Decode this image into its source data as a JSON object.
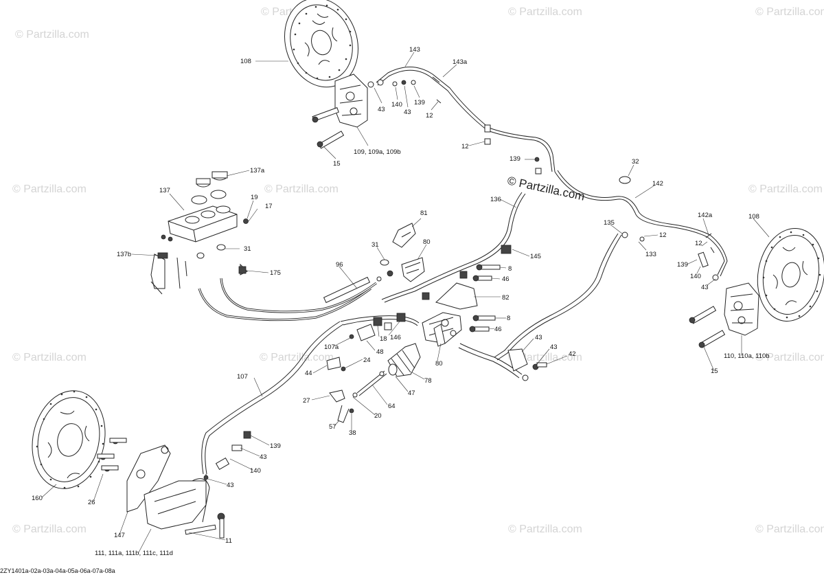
{
  "diagram": {
    "watermark_text": "© Partzilla.com",
    "center_watermark": "© Partzilla.com",
    "drawing_code": "2ZY1401a-02a-03a-04a-05a-06a-07a-08a",
    "callouts": {
      "c108_top": "108",
      "c143": "143",
      "c143a": "143a",
      "c43_a": "43",
      "c140_a": "140",
      "c43_b": "43",
      "c139_a": "139",
      "c12_a": "12",
      "c12_b": "12",
      "c109": "109, 109a, 109b",
      "c15_a": "15",
      "c139_b": "139",
      "c32": "32",
      "c142": "142",
      "c137a": "137a",
      "c137": "137",
      "c19": "19",
      "c17": "17",
      "c136": "136",
      "c81": "81",
      "c135": "135",
      "c12_c": "12",
      "c142a": "142a",
      "c108_right": "108",
      "c31_a": "31",
      "c137b": "137b",
      "c31_b": "31",
      "c80_a": "80",
      "c145": "145",
      "c133": "133",
      "c12_d": "12",
      "c139_c": "139",
      "c140_b": "140",
      "c43_c": "43",
      "c96": "96",
      "c175": "175",
      "c8_a": "8",
      "c46_a": "46",
      "c82": "82",
      "c8_b": "8",
      "c46_b": "46",
      "c18": "18",
      "c146": "146",
      "c107a": "107a",
      "c48": "48",
      "c43_d": "43",
      "c43_e": "43",
      "c42": "42",
      "c24": "24",
      "c44": "44",
      "c80_b": "80",
      "c78": "78",
      "c107": "107",
      "c47": "47",
      "c27": "27",
      "c64": "64",
      "c20": "20",
      "c57": "57",
      "c38": "38",
      "c110": "110, 110a, 110b",
      "c15_b": "15",
      "c139_d": "139",
      "c43_f": "43",
      "c140_c": "140",
      "c43_g": "43",
      "c160": "160",
      "c26": "26",
      "c147": "147",
      "c11": "11",
      "c111": "111, 111a, 111b, 111c, 111d"
    }
  }
}
